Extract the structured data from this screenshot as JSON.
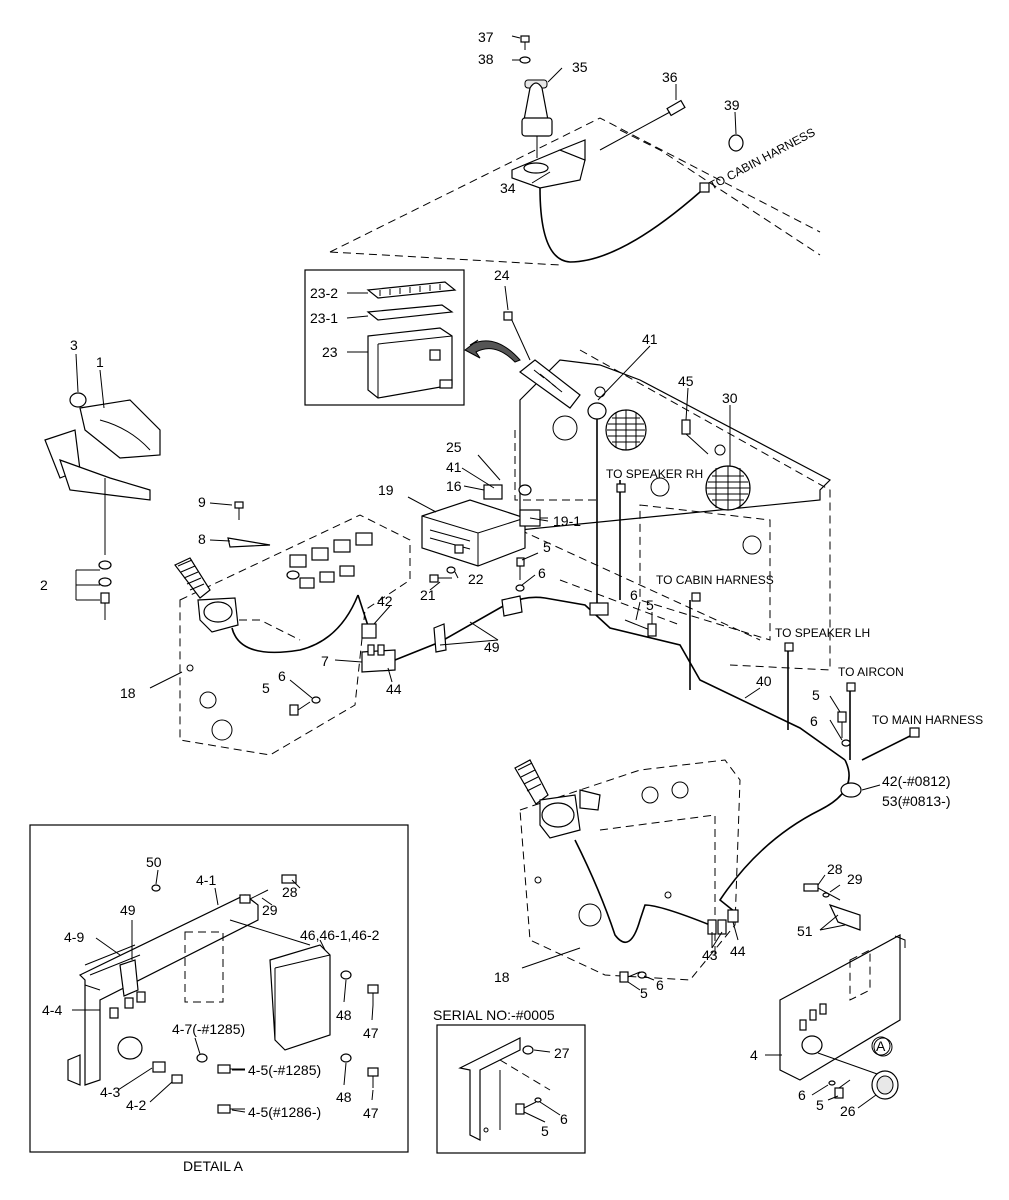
{
  "callouts": [
    {
      "id": "c37",
      "text": "37"
    },
    {
      "id": "c38",
      "text": "38"
    },
    {
      "id": "c35",
      "text": "35"
    },
    {
      "id": "c36",
      "text": "36"
    },
    {
      "id": "c39",
      "text": "39"
    },
    {
      "id": "c34",
      "text": "34"
    },
    {
      "id": "c24",
      "text": "24"
    },
    {
      "id": "c23-2",
      "text": "23-2"
    },
    {
      "id": "c23-1",
      "text": "23-1"
    },
    {
      "id": "c23",
      "text": "23"
    },
    {
      "id": "c41a",
      "text": "41"
    },
    {
      "id": "c45",
      "text": "45"
    },
    {
      "id": "c30",
      "text": "30"
    },
    {
      "id": "c3",
      "text": "3"
    },
    {
      "id": "c1",
      "text": "1"
    },
    {
      "id": "c25",
      "text": "25"
    },
    {
      "id": "c41b",
      "text": "41"
    },
    {
      "id": "c16",
      "text": "16"
    },
    {
      "id": "c19",
      "text": "19"
    },
    {
      "id": "c19-1",
      "text": "19-1"
    },
    {
      "id": "c9",
      "text": "9"
    },
    {
      "id": "c8",
      "text": "8"
    },
    {
      "id": "c2",
      "text": "2"
    },
    {
      "id": "c5a",
      "text": "5"
    },
    {
      "id": "c6a",
      "text": "6"
    },
    {
      "id": "c22",
      "text": "22"
    },
    {
      "id": "c21",
      "text": "21"
    },
    {
      "id": "c42a",
      "text": "42"
    },
    {
      "id": "c6b",
      "text": "6"
    },
    {
      "id": "c5b",
      "text": "5"
    },
    {
      "id": "c7",
      "text": "7"
    },
    {
      "id": "c49a",
      "text": "49"
    },
    {
      "id": "c18a",
      "text": "18"
    },
    {
      "id": "c6c",
      "text": "6"
    },
    {
      "id": "c5c",
      "text": "5"
    },
    {
      "id": "c44a",
      "text": "44"
    },
    {
      "id": "c40",
      "text": "40"
    },
    {
      "id": "c5d",
      "text": "5"
    },
    {
      "id": "c6d",
      "text": "6"
    },
    {
      "id": "c42b",
      "text": "42(-#0812)"
    },
    {
      "id": "c53",
      "text": "53(#0813-)"
    },
    {
      "id": "c28a",
      "text": "28"
    },
    {
      "id": "c29a",
      "text": "29"
    },
    {
      "id": "c51",
      "text": "51"
    },
    {
      "id": "c43",
      "text": "43"
    },
    {
      "id": "c44b",
      "text": "44"
    },
    {
      "id": "c18b",
      "text": "18"
    },
    {
      "id": "c5e",
      "text": "5"
    },
    {
      "id": "c6e",
      "text": "6"
    },
    {
      "id": "c4",
      "text": "4"
    },
    {
      "id": "c6f",
      "text": "6"
    },
    {
      "id": "c5f",
      "text": "5"
    },
    {
      "id": "c26",
      "text": "26"
    },
    {
      "id": "cA",
      "text": "A"
    },
    {
      "id": "c50",
      "text": "50"
    },
    {
      "id": "c4-1",
      "text": "4-1"
    },
    {
      "id": "c28b",
      "text": "28"
    },
    {
      "id": "c29b",
      "text": "29"
    },
    {
      "id": "c4-9",
      "text": "4-9"
    },
    {
      "id": "c49b",
      "text": "49"
    },
    {
      "id": "c46",
      "text": "46,46-1,46-2"
    },
    {
      "id": "c48a",
      "text": "48"
    },
    {
      "id": "c47a",
      "text": "47"
    },
    {
      "id": "c4-4",
      "text": "4-4"
    },
    {
      "id": "c4-7",
      "text": "4-7(-#1285)"
    },
    {
      "id": "c4-5a",
      "text": "4-5(-#1285)"
    },
    {
      "id": "c4-3",
      "text": "4-3"
    },
    {
      "id": "c4-2",
      "text": "4-2"
    },
    {
      "id": "c4-5b",
      "text": "4-5(#1286-)"
    },
    {
      "id": "c48b",
      "text": "48"
    },
    {
      "id": "c47b",
      "text": "47"
    },
    {
      "id": "c27",
      "text": "27"
    },
    {
      "id": "c6g",
      "text": "6"
    },
    {
      "id": "c5g",
      "text": "5"
    }
  ],
  "notes": {
    "to_cabin_harness_top": "TO CABIN HARNESS",
    "to_speaker_rh": "TO SPEAKER RH",
    "to_cabin_harness_mid": "TO CABIN HARNESS",
    "to_speaker_lh": "TO SPEAKER LH",
    "to_aircon": "TO AIRCON",
    "to_main_harness": "TO MAIN HARNESS"
  },
  "titles": {
    "serial_no": "SERIAL NO:-#0005",
    "detail_a": "DETAIL  A"
  }
}
